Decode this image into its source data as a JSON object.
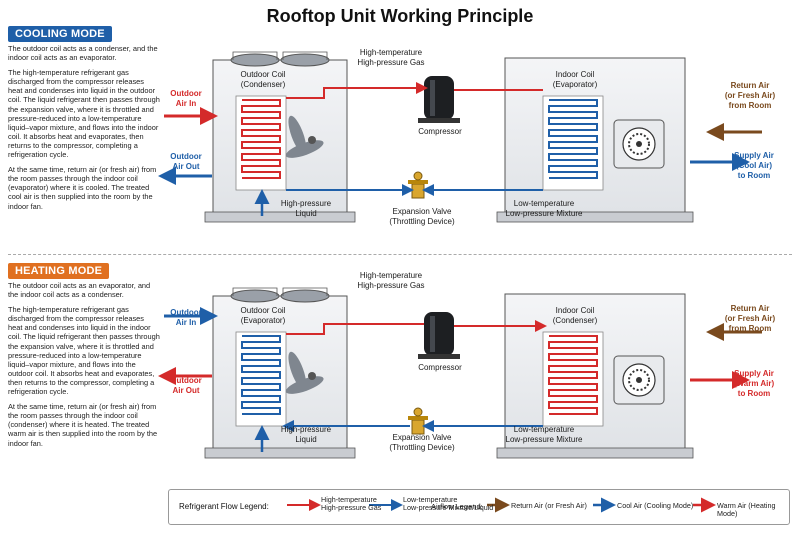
{
  "title": "Rooftop Unit Working Principle",
  "cooling": {
    "badge": "COOLING MODE",
    "intro": "The outdoor coil acts as a condenser, and the indoor coil acts as an evaporator.",
    "para1": "The high-temperature refrigerant gas discharged from the compressor releases heat and condenses into liquid in the outdoor coil. The liquid refrigerant then passes through the expansion valve, where it is throttled and pressure-reduced into a low-temperature liquid–vapor mixture, and flows into the indoor coil. It absorbs heat and evaporates, then returns to the compressor, completing a refrigeration cycle.",
    "para2": "At the same time, return air (or fresh air) from the room passes through the indoor coil (evaporator) where it is cooled. The treated cool air is then supplied into the room by the indoor fan.",
    "outdoor_coil": [
      "Outdoor Coil",
      "(Condenser)"
    ],
    "indoor_coil": [
      "Indoor Coil",
      "(Evaporator)"
    ],
    "supply_air": [
      "Supply Air",
      "(Cool Air)",
      "to Room"
    ]
  },
  "heating": {
    "badge": "HEATING MODE",
    "intro": "The outdoor coil acts as an evaporator, and the indoor coil acts as a condenser.",
    "para1": "The high-temperature refrigerant gas discharged from the compressor releases heat and condenses into liquid in the indoor coil. The liquid refrigerant then passes through the expansion valve, where it is throttled and pressure-reduced into a low-temperature liquid–vapor mixture, and flows into the outdoor coil. It absorbs heat and evaporates, then returns to the compressor, completing a refrigeration cycle.",
    "para2": "At the same time, return air (or fresh air) from the room passes through the indoor coil (condenser) where it is heated. The treated warm air is then supplied into the room by the indoor fan.",
    "outdoor_coil": [
      "Outdoor Coil",
      "(Evaporator)"
    ],
    "indoor_coil": [
      "Indoor Coil",
      "(Condenser)"
    ],
    "supply_air": [
      "Supply Air",
      "(Warm Air)",
      "to Room"
    ]
  },
  "common": {
    "outdoor_air_in": [
      "Outdoor",
      "Air In"
    ],
    "outdoor_air_out": [
      "Outdoor",
      "Air Out"
    ],
    "hp_gas": [
      "High-temperature",
      "High-pressure Gas"
    ],
    "compressor": "Compressor",
    "return_air": [
      "Return Air",
      "(or Fresh Air)",
      "from Room"
    ],
    "hp_liquid": [
      "High-pressure",
      "Liquid"
    ],
    "expansion_valve": [
      "Expansion Valve",
      "(Throttling Device)"
    ],
    "lp_mixture": [
      "Low-temperature",
      "Low-pressure Mixture"
    ]
  },
  "legend": {
    "refrigerant_title": "Refrigerant Flow Legend:",
    "hot_line": [
      "High-temperature",
      "High-pressure Gas"
    ],
    "cold_line": [
      "Low-temperature",
      "Low-pressure Mixture/Liquid"
    ],
    "airflow_title": "Airflow Legend:",
    "return_air": "Return Air (or Fresh Air)",
    "cool_air": "Cool Air (Cooling Mode)",
    "warm_air": "Warm Air (Heating Mode)"
  },
  "colors": {
    "hot": "#d42a2a",
    "cold": "#1f5fa8",
    "return": "#7a4a1e",
    "warm": "#d42a2a"
  }
}
